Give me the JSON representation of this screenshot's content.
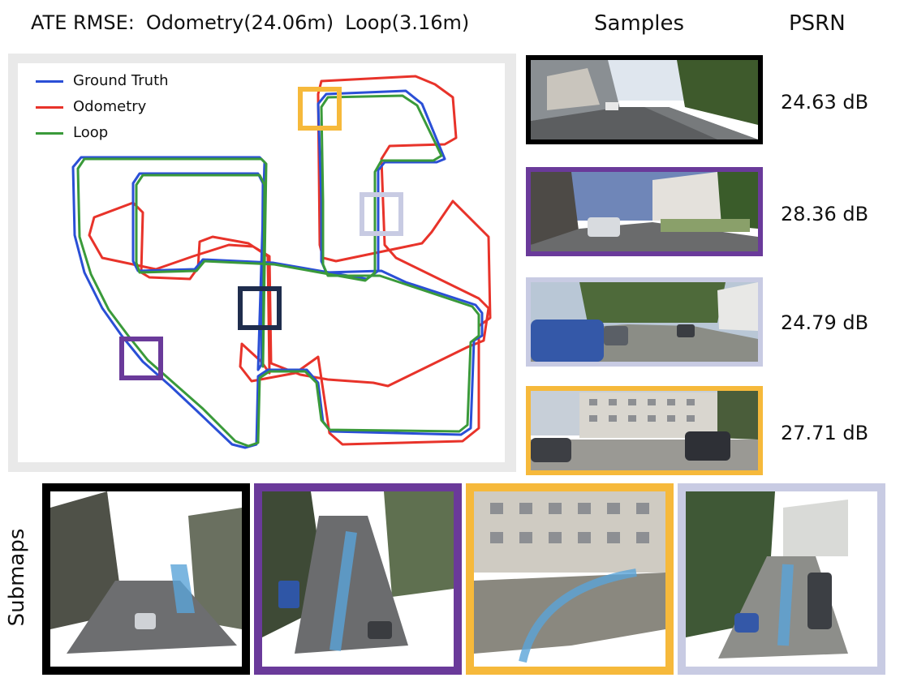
{
  "header": {
    "ate_label": "ATE RMSE:",
    "odometry_label": "Odometry(24.06m)",
    "loop_label": "Loop(3.16m)",
    "samples_label": "Samples",
    "psnr_label": "PSRN"
  },
  "legend": {
    "items": [
      {
        "label": "Ground Truth",
        "color": "#2a4fd6"
      },
      {
        "label": "Odometry",
        "color": "#e8332a"
      },
      {
        "label": "Loop",
        "color": "#3a9a3a"
      }
    ]
  },
  "colors": {
    "black": "#000000",
    "purple": "#6a3a9a",
    "lavender": "#c8cbe3",
    "orange": "#f6b93b",
    "navy": "#1f2d4d"
  },
  "samples": [
    {
      "frame_color": "black",
      "psnr": "24.63 dB"
    },
    {
      "frame_color": "purple",
      "psnr": "28.36 dB"
    },
    {
      "frame_color": "lavender",
      "psnr": "24.79 dB"
    },
    {
      "frame_color": "orange",
      "psnr": "27.71 dB"
    }
  ],
  "submaps": {
    "label": "Submaps",
    "frames": [
      "black",
      "purple",
      "orange",
      "lavender"
    ]
  }
}
